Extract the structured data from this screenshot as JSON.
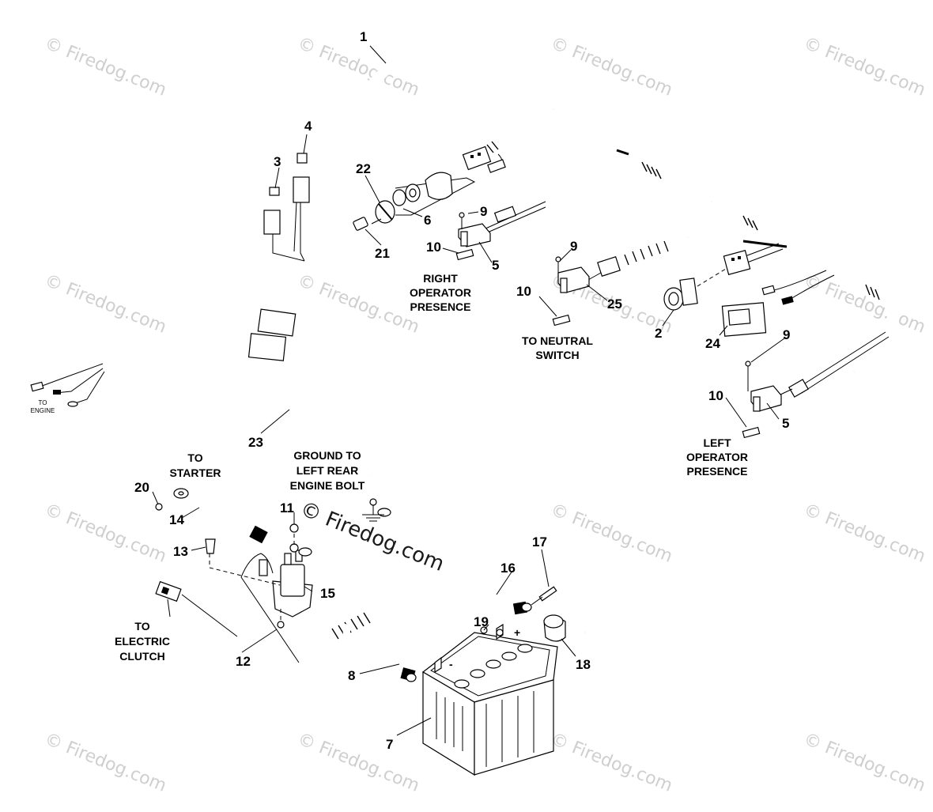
{
  "watermark": "© Firedog.com",
  "callouts": [
    {
      "id": "c1",
      "text": "1"
    },
    {
      "id": "c2",
      "text": "2"
    },
    {
      "id": "c3",
      "text": "3"
    },
    {
      "id": "c4",
      "text": "4"
    },
    {
      "id": "c5a",
      "text": "5"
    },
    {
      "id": "c5b",
      "text": "5"
    },
    {
      "id": "c6",
      "text": "6"
    },
    {
      "id": "c7",
      "text": "7"
    },
    {
      "id": "c8",
      "text": "8"
    },
    {
      "id": "c9a",
      "text": "9"
    },
    {
      "id": "c9b",
      "text": "9"
    },
    {
      "id": "c9c",
      "text": "9"
    },
    {
      "id": "c10a",
      "text": "10"
    },
    {
      "id": "c10b",
      "text": "10"
    },
    {
      "id": "c10c",
      "text": "10"
    },
    {
      "id": "c11",
      "text": "11"
    },
    {
      "id": "c12",
      "text": "12"
    },
    {
      "id": "c13",
      "text": "13"
    },
    {
      "id": "c14",
      "text": "14"
    },
    {
      "id": "c15",
      "text": "15"
    },
    {
      "id": "c16",
      "text": "16"
    },
    {
      "id": "c17",
      "text": "17"
    },
    {
      "id": "c18",
      "text": "18"
    },
    {
      "id": "c19",
      "text": "19"
    },
    {
      "id": "c20",
      "text": "20"
    },
    {
      "id": "c21",
      "text": "21"
    },
    {
      "id": "c22",
      "text": "22"
    },
    {
      "id": "c23",
      "text": "23"
    },
    {
      "id": "c24",
      "text": "24"
    },
    {
      "id": "c25",
      "text": "25"
    }
  ],
  "labels": {
    "right_operator": [
      "RIGHT",
      "OPERATOR",
      "PRESENCE"
    ],
    "left_operator": [
      "LEFT",
      "OPERATOR",
      "PRESENCE"
    ],
    "neutral_switch": [
      "TO NEUTRAL",
      "SWITCH"
    ],
    "to_engine": [
      "TO",
      "ENGINE"
    ],
    "to_starter": [
      "TO",
      "STARTER"
    ],
    "ground": [
      "GROUND TO",
      "LEFT REAR",
      "ENGINE BOLT"
    ],
    "electric_clutch": [
      "TO",
      "ELECTRIC",
      "CLUTCH"
    ]
  },
  "battery_terminal_signs": [
    "-",
    "+"
  ]
}
